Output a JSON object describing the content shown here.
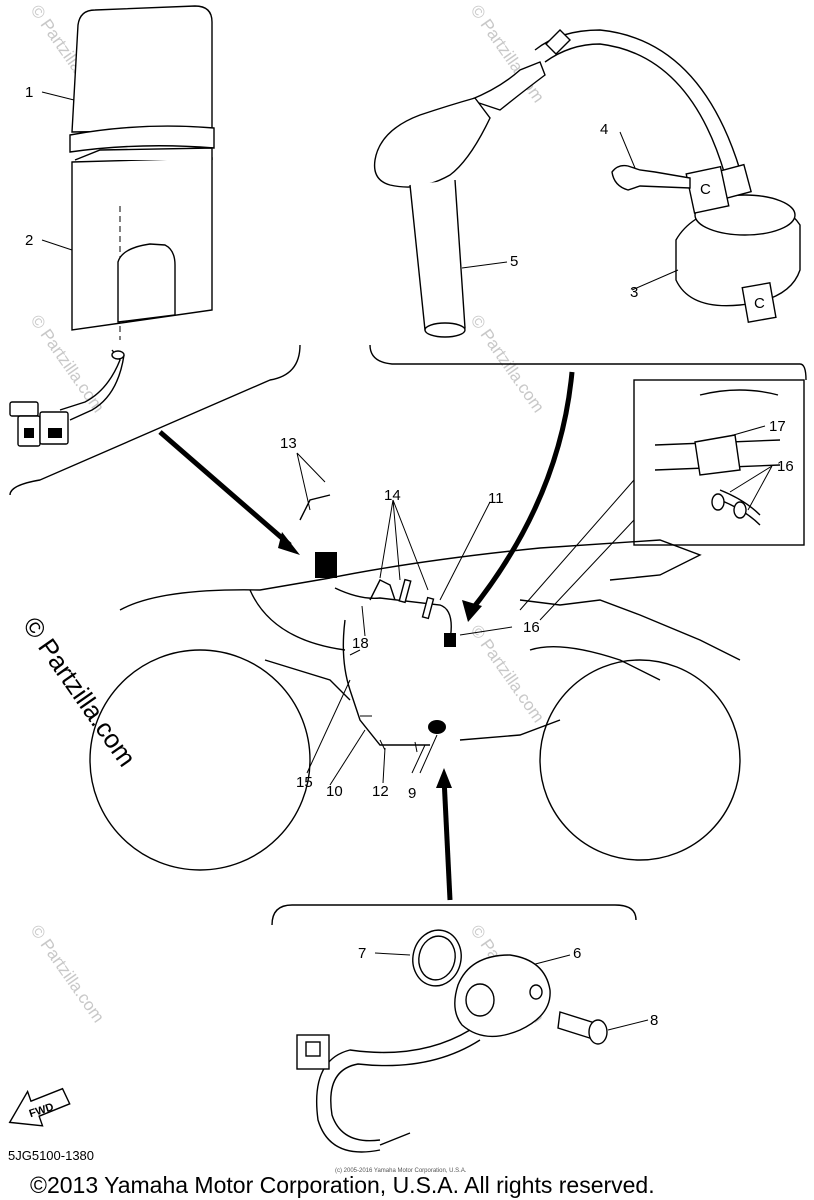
{
  "diagram": {
    "part_number": "5JG5100-1380",
    "copyright": "©2013 Yamaha Motor Corporation, U.S.A. All rights reserved.",
    "small_copyright": "(c) 2005-2016 Yamaha Motor Corporation, U.S.A.",
    "watermark_side": "© Partzilla.com",
    "watermark": "© Partzilla.com",
    "fwd_label": "FWD",
    "connector_letter": "C",
    "callouts": [
      "1",
      "2",
      "3",
      "4",
      "5",
      "6",
      "7",
      "8",
      "9",
      "10",
      "11",
      "12",
      "13",
      "14",
      "15",
      "16",
      "16",
      "17",
      "18"
    ]
  }
}
